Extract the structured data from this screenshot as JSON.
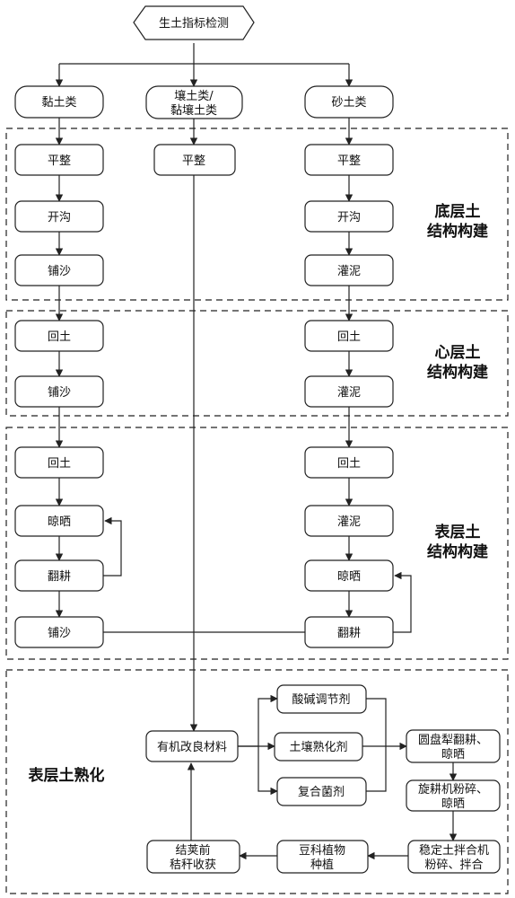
{
  "start": "生土指标检测",
  "soil_types": {
    "clay": "黏土类",
    "loam_line1": "壤土类/",
    "loam_line2": "黏壤土类",
    "sand": "砂土类"
  },
  "zones": {
    "bottom": {
      "line1": "底层土",
      "line2": "结构构建"
    },
    "middle": {
      "line1": "心层土",
      "line2": "结构构建"
    },
    "surface": {
      "line1": "表层土",
      "line2": "结构构建"
    },
    "ripening": "表层土熟化"
  },
  "clay_steps": {
    "level": "平整",
    "trench": "开沟",
    "sand1": "铺沙",
    "backfill1": "回土",
    "sand2": "铺沙",
    "backfill2": "回土",
    "dry": "晾晒",
    "plow": "翻耕",
    "sand3": "铺沙"
  },
  "loam_steps": {
    "level": "平整"
  },
  "sand_steps": {
    "level": "平整",
    "trench": "开沟",
    "mud1": "灌泥",
    "backfill1": "回土",
    "mud2": "灌泥",
    "backfill2": "回土",
    "mud3": "灌泥",
    "dry": "晾晒",
    "plow": "翻耕"
  },
  "ripening_steps": {
    "organic": "有机改良材料",
    "ph_agent": "酸碱调节剂",
    "ripening_agent": "土壤熟化剂",
    "microbe": "复合菌剂",
    "disc_plow_line1": "圆盘犁翻耕、",
    "disc_plow_line2": "晾晒",
    "rotary_line1": "旋耕机粉碎、",
    "rotary_line2": "晾晒",
    "stabilizer_line1": "稳定土拌合机",
    "stabilizer_line2": "粉碎、拌合",
    "legume_line1": "豆科植物",
    "legume_line2": "种植",
    "straw_line1": "结荚前",
    "straw_line2": "秸秆收获"
  }
}
